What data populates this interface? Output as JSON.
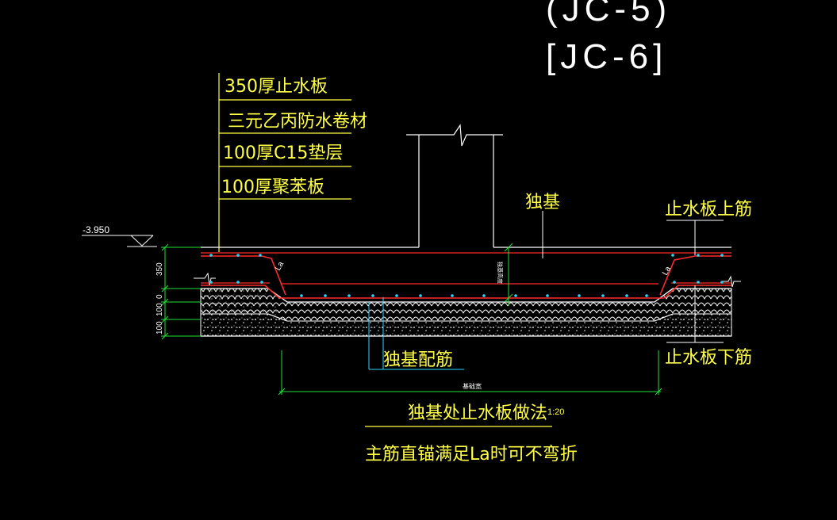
{
  "colors": {
    "background": "#000000",
    "annotation_yellow": "#ffff44",
    "outline_white": "#ffffff",
    "rebar_red": "#ff2a2a",
    "dim_green": "#22e03a",
    "bar_cyan": "#2ad8ff"
  },
  "header": {
    "tag_top": "(JC-5)",
    "tag_bottom": "[JC-6]"
  },
  "layer_labels": [
    "350厚止水板",
    "三元乙丙防水卷材",
    "100厚C15垫层",
    "100厚聚苯板"
  ],
  "elevation": {
    "value": "-3.950"
  },
  "callouts": {
    "footing": "独基",
    "top_rebar": "止水板上筋",
    "bottom_rebar": "止水板下筋",
    "footing_rebar": "独基配筋",
    "anchorage_left": "La",
    "anchorage_right": "La",
    "footing_height": "独基高度",
    "footing_width": "基础宽"
  },
  "dimensions": {
    "slab": "350",
    "membrane": "0",
    "cushion": "100",
    "insulation": "100"
  },
  "title": {
    "main": "独基处止水板做法",
    "scale": "1:20",
    "note": "主筋直锚满足La时可不弯折"
  }
}
